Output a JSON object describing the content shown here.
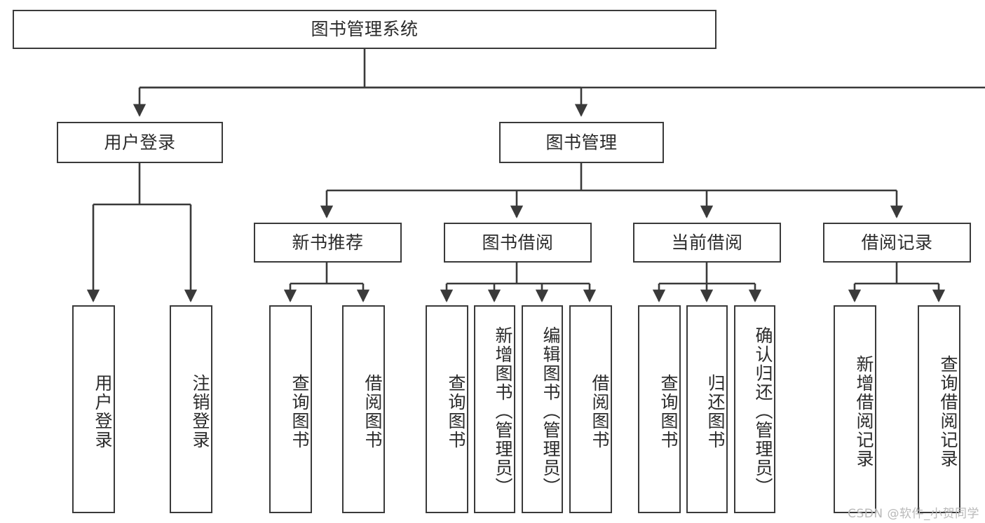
{
  "diagram": {
    "title": "图书管理系统",
    "type": "tree-hierarchy-chart",
    "watermark": "CSDN @软件_小贺同学",
    "colors": {
      "stroke": "#3a3a3a",
      "fill": "#ffffff",
      "text": "#2b2b2b",
      "watermark": "#b9b9b9"
    },
    "root": {
      "label": "图书管理系统"
    },
    "level2": [
      {
        "id": "user-login",
        "label": "用户登录"
      },
      {
        "id": "book-manage",
        "label": "图书管理"
      }
    ],
    "level3": [
      {
        "id": "new-book-rec",
        "label": "新书推荐"
      },
      {
        "id": "book-borrow",
        "label": "图书借阅"
      },
      {
        "id": "current-borrow",
        "label": "当前借阅"
      },
      {
        "id": "borrow-record",
        "label": "借阅记录"
      }
    ],
    "leaves": {
      "user-login": [
        {
          "id": "leaf-user-login",
          "label": "用户登录"
        },
        {
          "id": "leaf-logout",
          "label": "注销登录"
        }
      ],
      "new-book-rec": [
        {
          "id": "leaf-query-book-1",
          "label": "查询图书"
        },
        {
          "id": "leaf-borrow-book-1",
          "label": "借阅图书"
        }
      ],
      "book-borrow": [
        {
          "id": "leaf-query-book-2",
          "label": "查询图书"
        },
        {
          "id": "leaf-add-book",
          "label": "新增图书（管理员）"
        },
        {
          "id": "leaf-edit-book",
          "label": "编辑图书（管理员）"
        },
        {
          "id": "leaf-borrow-book-2",
          "label": "借阅图书"
        }
      ],
      "current-borrow": [
        {
          "id": "leaf-query-book-3",
          "label": "查询图书"
        },
        {
          "id": "leaf-return-book",
          "label": "归还图书"
        },
        {
          "id": "leaf-confirm-return",
          "label": "确认归还（管理员）"
        }
      ],
      "borrow-record": [
        {
          "id": "leaf-add-record",
          "label": "新增借阅记录"
        },
        {
          "id": "leaf-query-record",
          "label": "查询借阅记录"
        }
      ]
    }
  }
}
